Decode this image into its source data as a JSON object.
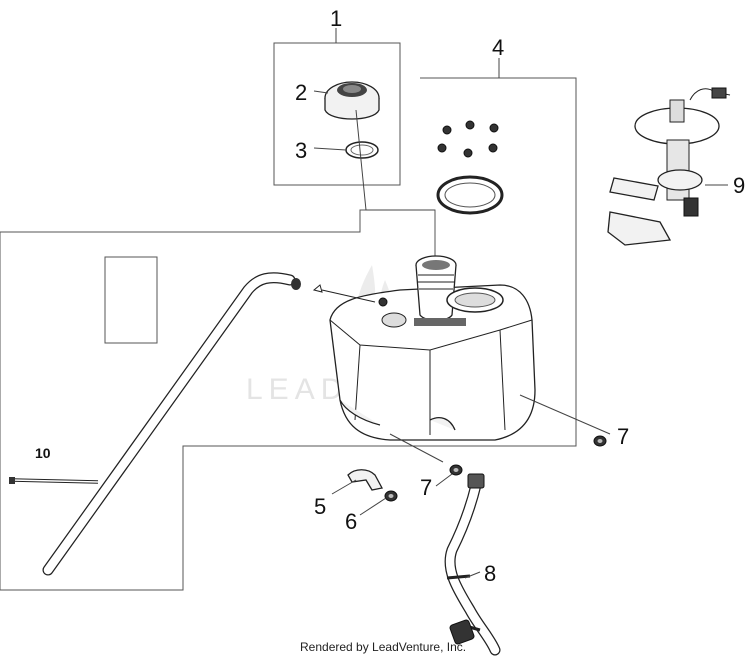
{
  "diagram": {
    "callouts": {
      "c1": "1",
      "c2": "2",
      "c3": "3",
      "c4": "4",
      "c5": "5",
      "c6": "6",
      "c7a": "7",
      "c7b": "7",
      "c8": "8",
      "c9": "9",
      "c10": "10"
    },
    "watermark": "LEADVENTURE",
    "footer": "Rendered by LeadVenture, Inc."
  }
}
